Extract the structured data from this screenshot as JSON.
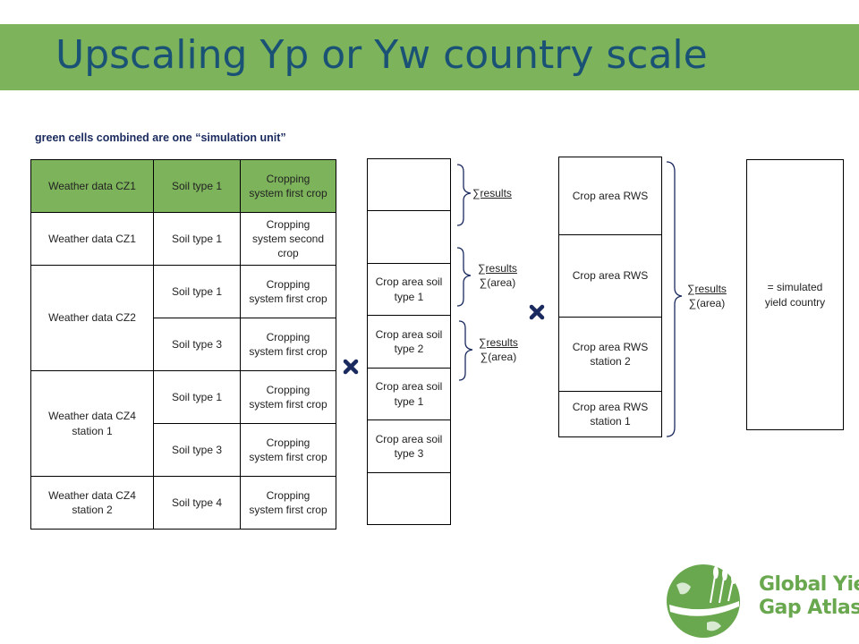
{
  "slide": {
    "title": "Upscaling Yp or Yw country scale",
    "note": "green cells combined are one “simulation unit”"
  },
  "table": {
    "rows": [
      {
        "weather": "Weather data CZ1",
        "soil": "Soil type 1",
        "crop": "Cropping system first crop",
        "highlight": true
      },
      {
        "weather": "Weather data CZ1",
        "soil": "Soil type 1",
        "crop": "Cropping system second crop",
        "highlight": false
      },
      {
        "weather": "Weather data CZ2",
        "soil": "Soil type 1",
        "crop": "Cropping system first crop",
        "highlight": false
      },
      {
        "soil": "Soil type 3",
        "crop": "Cropping system first crop",
        "highlight": false
      },
      {
        "weather": "Weather data CZ4 station 1",
        "soil": "Soil type 1",
        "crop": "Cropping system first crop",
        "highlight": false
      },
      {
        "soil": "Soil type 3",
        "crop": "Cropping system first crop",
        "highlight": false
      },
      {
        "weather": "Weather data CZ4 station 2",
        "soil": "Soil type 4",
        "crop": "Cropping system first crop",
        "highlight": false
      }
    ]
  },
  "soil_area_column": [
    "",
    "",
    "Crop area soil type 1",
    "Crop area soil type 2",
    "Crop area soil type 1",
    "Crop area soil type 3",
    ""
  ],
  "rws_column": [
    "Crop area RWS",
    "Crop area RWS",
    "Crop area RWS station 2",
    "Crop area RWS station 1"
  ],
  "brackets": {
    "b1": {
      "top": "∑results",
      "bottom": ""
    },
    "b2": {
      "top": "∑results",
      "bottom": "∑(area)"
    },
    "b3": {
      "top": "∑results",
      "bottom": "∑(area)"
    },
    "b4": {
      "top": "∑results",
      "bottom": "∑(area)"
    }
  },
  "result": "= simulated yield country",
  "logo": {
    "line1": "Global Yield",
    "line2": "Gap Atlas"
  },
  "colors": {
    "title_bar": "#7db35b",
    "title_text": "#1a5276",
    "cross": "#1a2a5e",
    "logo": "#6aa84f"
  }
}
